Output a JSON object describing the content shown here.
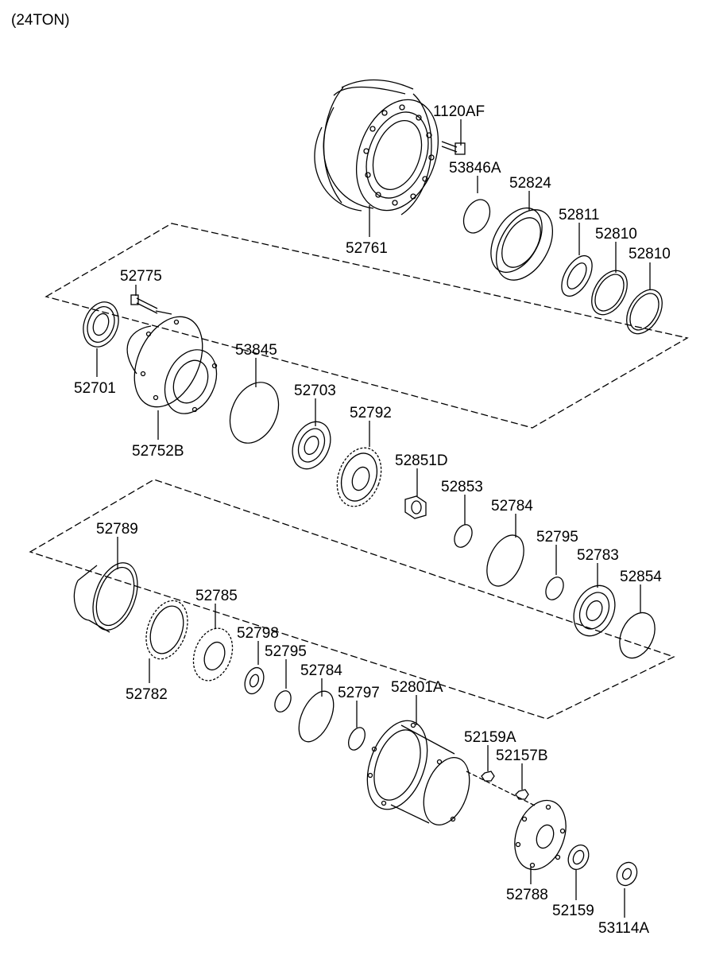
{
  "header": {
    "title": "(24TON)"
  },
  "parts": [
    {
      "id": "1120AF"
    },
    {
      "id": "53846A"
    },
    {
      "id": "52824"
    },
    {
      "id": "52811"
    },
    {
      "id": "52810"
    },
    {
      "id": "52810"
    },
    {
      "id": "52761"
    },
    {
      "id": "52775"
    },
    {
      "id": "52701"
    },
    {
      "id": "52752B"
    },
    {
      "id": "53845"
    },
    {
      "id": "52703"
    },
    {
      "id": "52792"
    },
    {
      "id": "52851D"
    },
    {
      "id": "52853"
    },
    {
      "id": "52784"
    },
    {
      "id": "52795"
    },
    {
      "id": "52783"
    },
    {
      "id": "52854"
    },
    {
      "id": "52789"
    },
    {
      "id": "52785"
    },
    {
      "id": "52798"
    },
    {
      "id": "52795"
    },
    {
      "id": "52784"
    },
    {
      "id": "52797"
    },
    {
      "id": "52801A"
    },
    {
      "id": "52782"
    },
    {
      "id": "52159A"
    },
    {
      "id": "52157B"
    },
    {
      "id": "52788"
    },
    {
      "id": "52159"
    },
    {
      "id": "53114A"
    }
  ]
}
